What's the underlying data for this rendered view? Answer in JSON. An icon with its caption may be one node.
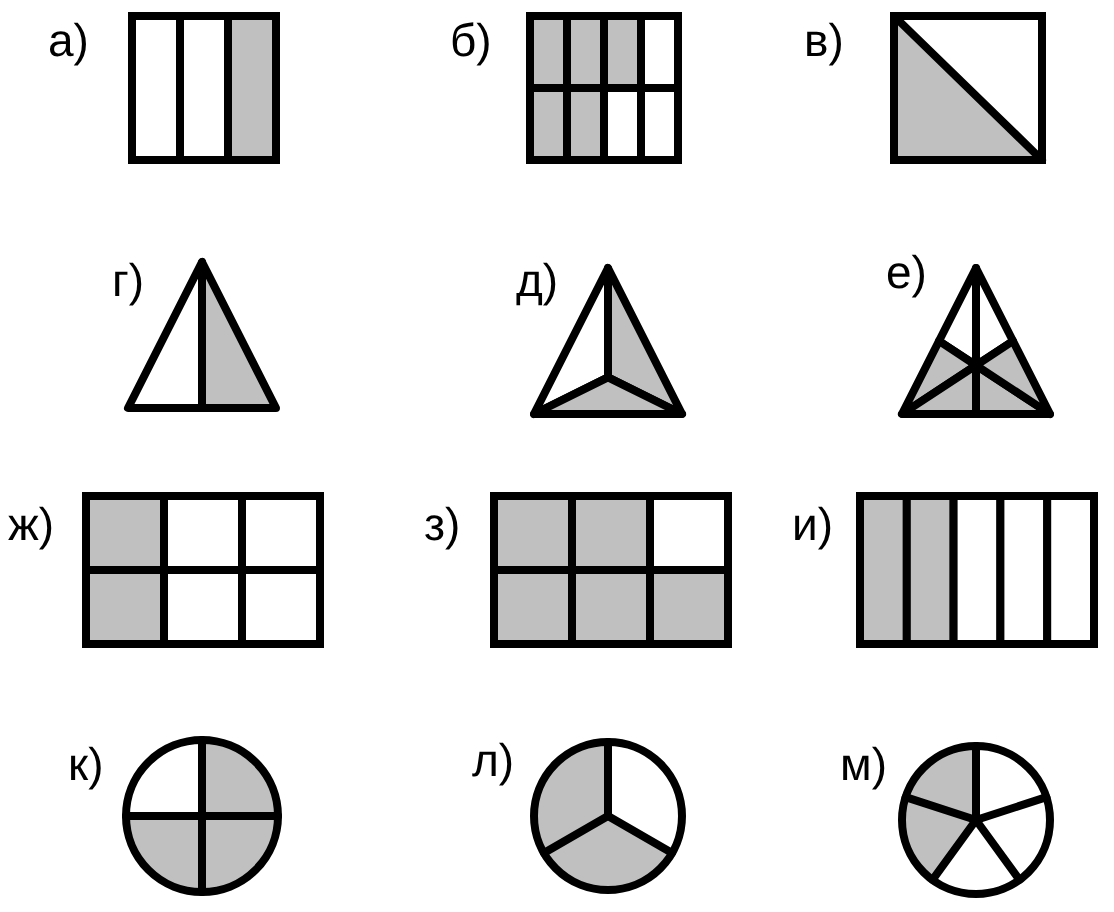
{
  "diagram": {
    "labels": [
      "а)",
      "б)",
      "в)",
      "г)",
      "д)",
      "е)",
      "ж)",
      "з)",
      "и)",
      "к)",
      "л)",
      "м)"
    ]
  }
}
